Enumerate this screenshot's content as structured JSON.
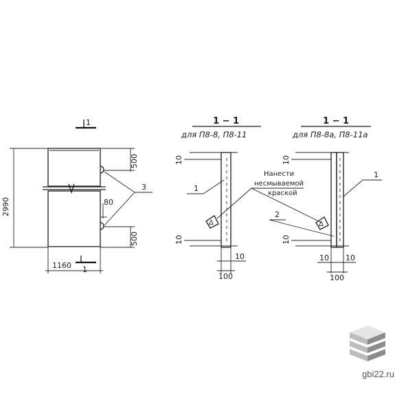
{
  "drawing": {
    "overall_height": "2990",
    "overall_width": "1160",
    "dim_top": "500",
    "dim_bottom": "500",
    "dim_small": "80",
    "callout_3": "3",
    "section_mark": "1",
    "section_a": {
      "title": "1 − 1",
      "subtitle": "для П8-8, П8-11",
      "dim_10_top": "10",
      "dim_10_bottom": "10",
      "dim_10_right": "10",
      "dim_100": "100",
      "callout_1": "1"
    },
    "section_b": {
      "title": "1 − 1",
      "subtitle": "для П8-8а, П8-11а",
      "dim_10_top": "10",
      "dim_10_bottom": "10",
      "dim_10_left": "10",
      "dim_10_right": "10",
      "dim_100": "100",
      "callout_1": "1",
      "callout_2": "2"
    },
    "marker": "Δ",
    "note_lines": [
      "Нанести",
      "несмываемой",
      "краской"
    ]
  },
  "watermark": {
    "text": "gbi22.ru",
    "colors": [
      "#e6e6e6",
      "#bdbdbd",
      "#8c8c8c"
    ]
  }
}
